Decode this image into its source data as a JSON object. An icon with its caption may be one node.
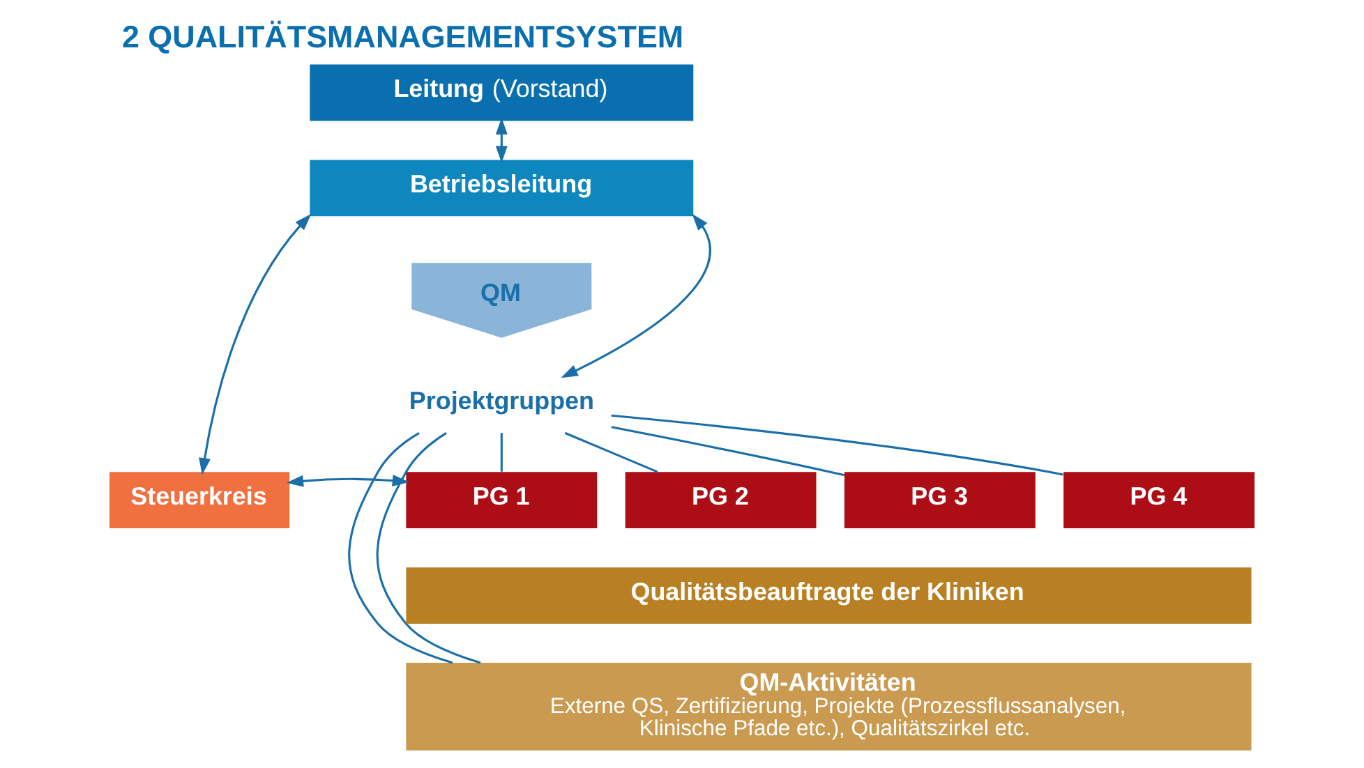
{
  "diagram": {
    "title": "2 QUALITÄTSMANAGEMENTSYSTEM",
    "nodes": [
      {
        "text": [
          "**Leitung** (Vorstand)"
        ]
      },
      {
        "text": [
          "Betriebsleitung"
        ]
      },
      {
        "text": [
          "QM"
        ]
      },
      {
        "text": [
          "Projektgruppen"
        ]
      },
      {
        "text": [
          "Steuerkreis"
        ]
      },
      {
        "text": [
          "PG 1"
        ]
      },
      {
        "text": [
          "PG 2"
        ]
      },
      {
        "text": [
          "PG 3"
        ]
      },
      {
        "text": [
          "PG 4"
        ]
      },
      {
        "text": [
          "Qualitätsbeauftragte der Kliniken"
        ]
      },
      {
        "text": [
          "QM-Aktivitäten",
          "Externe QS, Zertifizierung, Projekte (Prozessflussanalysen, Klinische Pfade etc.), Qualitätszirkel etc."
        ]
      }
    ],
    "edges": [
      {
        "from": 0,
        "to": 1,
        "arrow": "both"
      },
      {
        "from": 4,
        "to": 1,
        "arrow": "both"
      },
      {
        "from": 1,
        "to": 3,
        "arrow": "both"
      },
      {
        "from": 4,
        "to": 5,
        "arrow": "both"
      },
      {
        "from": 3,
        "to": 5,
        "arrow": "none"
      },
      {
        "from": 3,
        "to": 6,
        "arrow": "none"
      },
      {
        "from": 3,
        "to": 7,
        "arrow": "none"
      },
      {
        "from": 3,
        "to": 8,
        "arrow": "none"
      },
      {
        "from": 3,
        "to": 10,
        "arrow": "none"
      },
      {
        "from": 3,
        "to": 10,
        "arrow": "none"
      }
    ]
  }
}
